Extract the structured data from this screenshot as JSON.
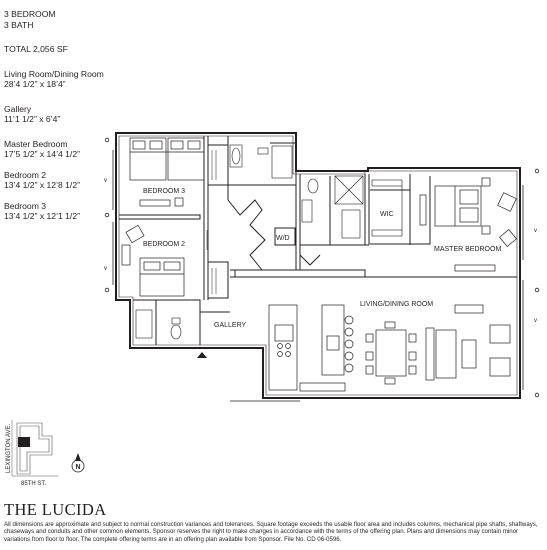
{
  "unit": {
    "bedrooms": "3 BEDROOM",
    "baths": "3 BATH",
    "total": "TOTAL 2,056 SF"
  },
  "rooms": [
    {
      "name": "Living Room/Dining Room",
      "dims": "28’4 1/2” x 18’4”"
    },
    {
      "name": "Gallery",
      "dims": "11’1 1/2” x 6’4”"
    },
    {
      "name": "Master Bedroom",
      "dims": "17’5 1/2” x 14’4 1/2”"
    },
    {
      "name": "Bedroom 2",
      "dims": "13’4 1/2” x 12’8 1/2”"
    },
    {
      "name": "Bedroom 3",
      "dims": "13’4 1/2” x 12’1 1/2”"
    }
  ],
  "plan_labels": {
    "bedroom3": "BEDROOM 3",
    "bedroom2": "BEDROOM 2",
    "wd": "W/D",
    "wic": "WIC",
    "master": "MASTER BEDROOM",
    "living": "LIVING/DINING ROOM",
    "gallery": "GALLERY"
  },
  "keyplan": {
    "avenue": "LEXINGTON AVE.",
    "street": "85TH ST.",
    "north": "N"
  },
  "brand": "THE LUCIDA",
  "disclaimer": "All dimensions are approximate and subject to normal construction variances and tolerances.  Square footage exceeds the usable floor area and includes columns, mechanical pipe shafts, shaftways, chaseways and conduits and other common elements.  Sponsor reserves the right to make changes in accordance with the terms of the offering plan. Plans and dimensions may contain minor variations from floor to floor. The complete offering terms are in an offering plan available from Sponsor.  File No. CD 06-0596."
}
